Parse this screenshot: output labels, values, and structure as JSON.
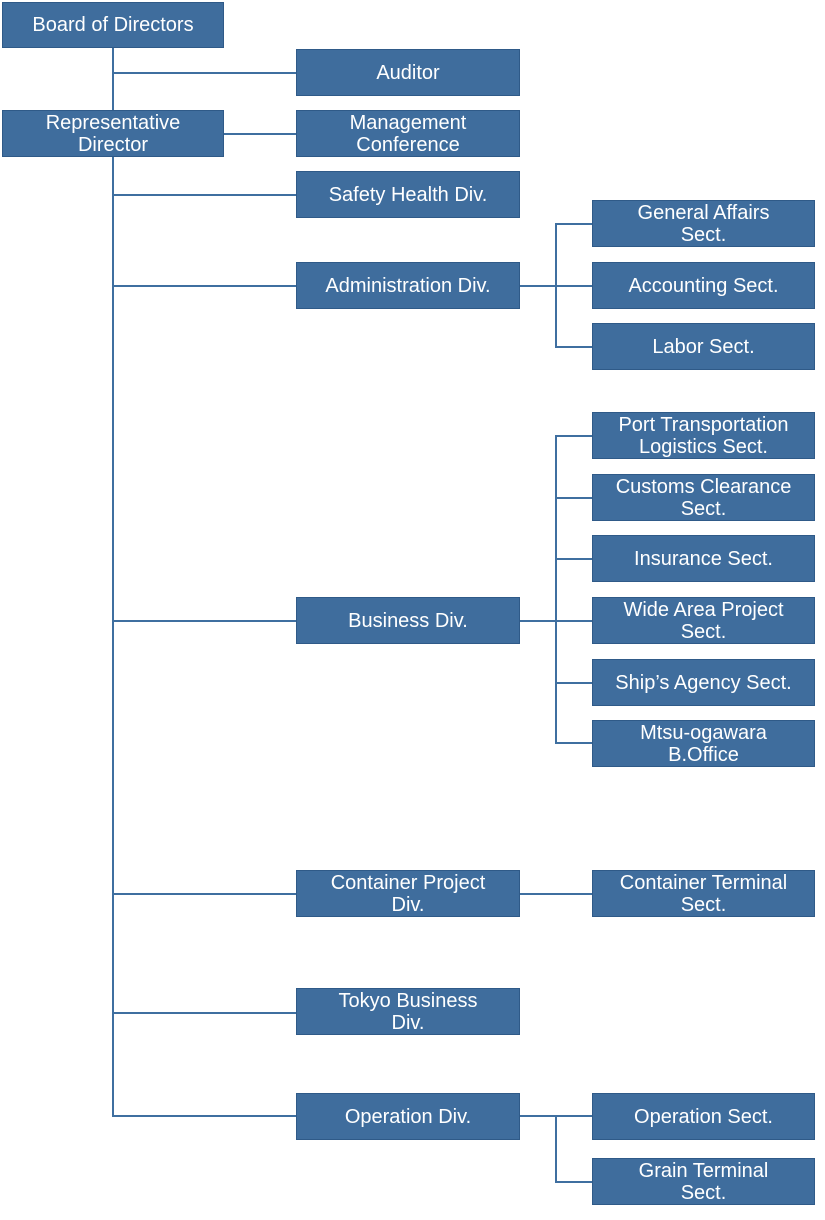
{
  "diagram": {
    "type": "organization-chart",
    "colors": {
      "box_fill": "#3f6d9d",
      "box_text": "#ffffff",
      "connector": "#3f6fa0"
    },
    "nodes": {
      "board": "Board of Directors",
      "auditor": "Auditor",
      "rep_director": "Representative\nDirector",
      "mgmt_conference": "Management\nConference",
      "safety_health": "Safety Health Div.",
      "administration": "Administration Div.",
      "general_affairs": "General Affairs\nSect.",
      "accounting": "Accounting Sect.",
      "labor": "Labor Sect.",
      "business": "Business Div.",
      "port_transport": "Port Transportation\nLogistics Sect.",
      "customs": "Customs Clearance\nSect.",
      "insurance": "Insurance Sect.",
      "wide_area": "Wide Area Project\nSect.",
      "ships_agency": "Ship’s Agency Sect.",
      "mitsu_ogawara": "Mtsu-ogawara\nB.Office",
      "container_project": "Container Project\nDiv.",
      "container_terminal": "Container Terminal\nSect.",
      "tokyo_business": "Tokyo Business\nDiv.",
      "operation_div": "Operation Div.",
      "operation_sect": "Operation Sect.",
      "grain_terminal": "Grain Terminal\nSect."
    }
  }
}
